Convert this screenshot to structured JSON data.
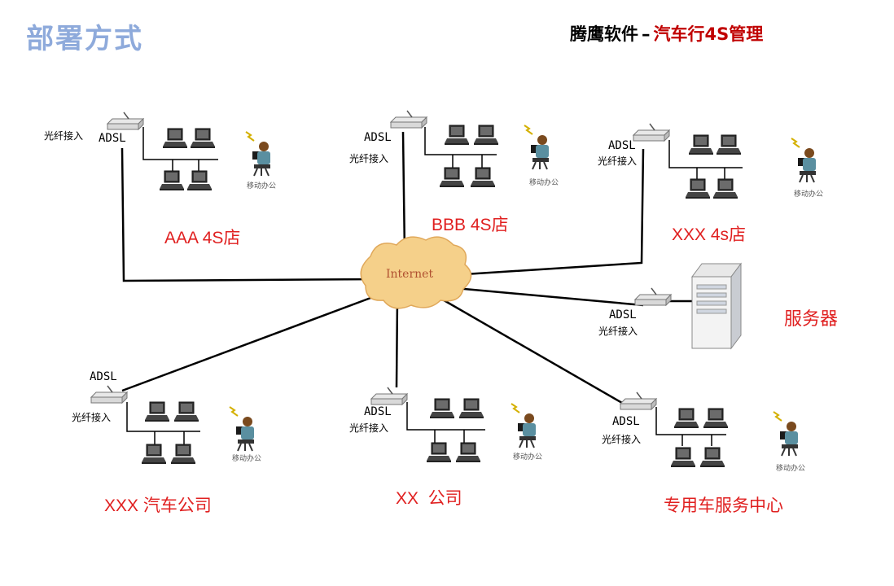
{
  "header": {
    "title": "部署方式",
    "brand": "腾鹰软件",
    "separator": "–",
    "product": "汽车行4S管理"
  },
  "internet_label": "Internet",
  "server_label": "服务器",
  "common": {
    "adsl": "ADSL",
    "fiber": "光纤接入",
    "mobile": "移动办公"
  },
  "sites": [
    {
      "name": "AAA 4S店"
    },
    {
      "name": "BBB 4S店"
    },
    {
      "name": "XXX 4s店"
    },
    {
      "name": "XXX 汽车公司"
    },
    {
      "name": "XX  公司"
    },
    {
      "name": "专用车服务中心"
    }
  ],
  "colors": {
    "title": "#8eaadb",
    "red": "#e02020",
    "cloud": "#f5d08a"
  }
}
